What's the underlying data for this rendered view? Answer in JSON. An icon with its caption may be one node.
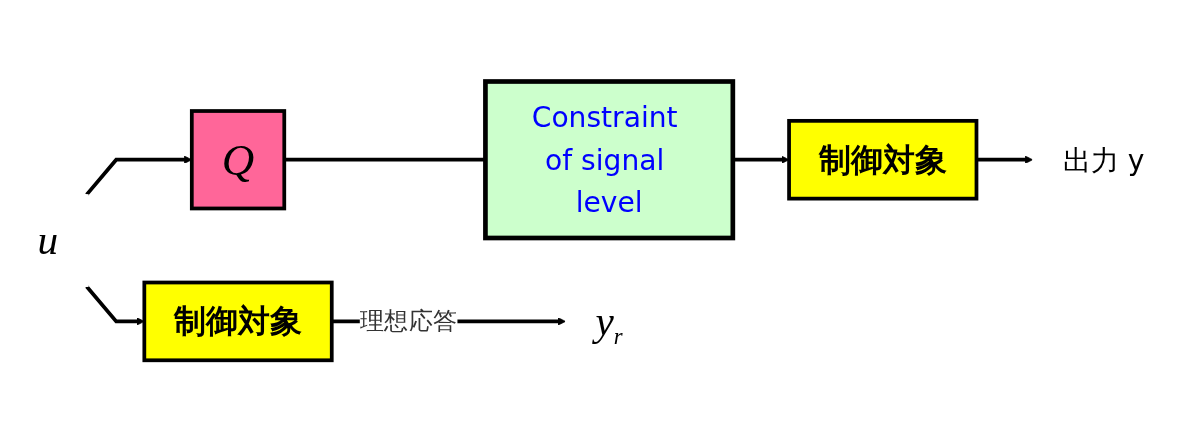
{
  "diagram": {
    "nodes": [
      {
        "text": [
          "u"
        ]
      },
      {
        "text": [
          "Q"
        ]
      },
      {
        "text": [
          "Constraint of signal level"
        ]
      },
      {
        "text": [
          "制御対象"
        ]
      },
      {
        "text": [
          "出力 y"
        ]
      },
      {
        "text": [
          "制御対象"
        ]
      },
      {
        "text": [
          "y$_{r}$"
        ]
      }
    ],
    "edges": [
      {
        "from": 0,
        "to": 1,
        "arrow": "to"
      },
      {
        "from": 0,
        "to": 5,
        "arrow": "to"
      },
      {
        "from": 1,
        "to": 2,
        "arrow": "none"
      },
      {
        "from": 2,
        "to": 3,
        "arrow": "to"
      },
      {
        "from": 3,
        "to": 4,
        "arrow": "to"
      },
      {
        "from": 5,
        "to": 6,
        "label": "理想応答",
        "arrow": "to"
      }
    ]
  }
}
